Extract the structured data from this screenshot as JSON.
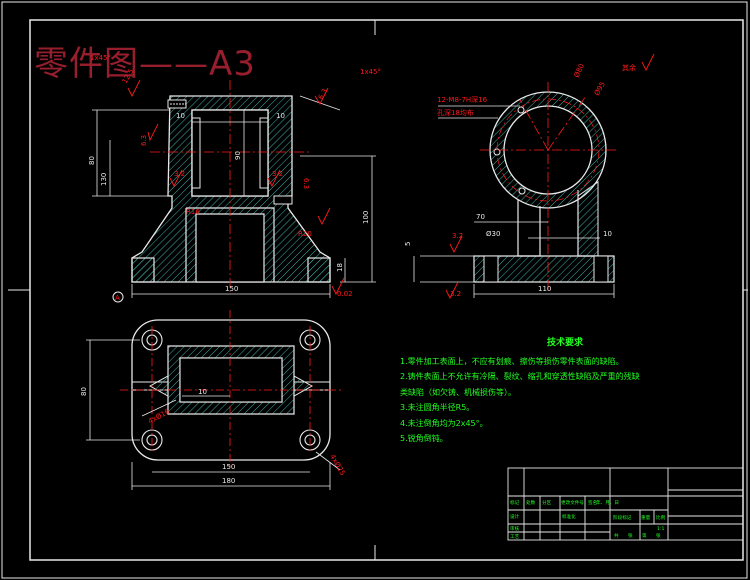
{
  "drawing_title": "零件图——A3",
  "tech_requirements": {
    "heading": "技术要求",
    "items": [
      "1.零件加工表面上，不应有划痕、擦伤等损伤零件表面的缺陷。",
      "2.铸件表面上不允许有冷隔、裂纹、缩孔和穿透性缺陷及严重的残缺",
      "类缺陷（如欠铸、机械损伤等）。",
      "3.未注圆角半径R5。",
      "4.未注倒角均为2x45°。",
      "5.锐角倒钝。"
    ]
  },
  "front_view_dims": {
    "top_width": "80",
    "inner_height": "90",
    "left_height": "130",
    "bottom_width": "150",
    "right_height": "100",
    "base_thickness": "18",
    "groove": "10",
    "chamfer_note": "1x45°",
    "roughness_a": "12.5",
    "roughness_b": "3.2",
    "roughness_c": "6.3",
    "roughness_d": "3.2",
    "roughness_e": "6.3",
    "r1": "R16",
    "r2": "R20",
    "tol": "0.02",
    "datum": "A"
  },
  "side_view_dims": {
    "thread_note": "12-M8-7H深16",
    "hole_note": "孔深18均布",
    "d_outer": "Ø80",
    "d_inner": "Ø95",
    "w70": "70",
    "w110": "110",
    "d30": "Ø30",
    "w10": "10",
    "h5": "5",
    "roughness": "3.2",
    "rest_mark": "其余"
  },
  "top_view_dims": {
    "w150": "150",
    "w180": "180",
    "h80": "80",
    "inner10": "10",
    "hole_left": "4xØ16",
    "hole_right": "4xØ25"
  },
  "title_block": {
    "r1": [
      "标记",
      "处数",
      "分区",
      "更改文件号",
      "签名",
      "年、月、日"
    ],
    "r2": "设计",
    "r3": "审核",
    "r4": "工艺",
    "std": "标准化",
    "cells": [
      "阶段标记",
      "重量",
      "比例"
    ],
    "ratio": "1:1",
    "bottom": [
      "共",
      "张",
      "第",
      "张"
    ]
  },
  "colors": {
    "line": "#ffffff",
    "red": "#ff1a1a",
    "green": "#22ff22",
    "hatch": "#3fb0a8"
  }
}
